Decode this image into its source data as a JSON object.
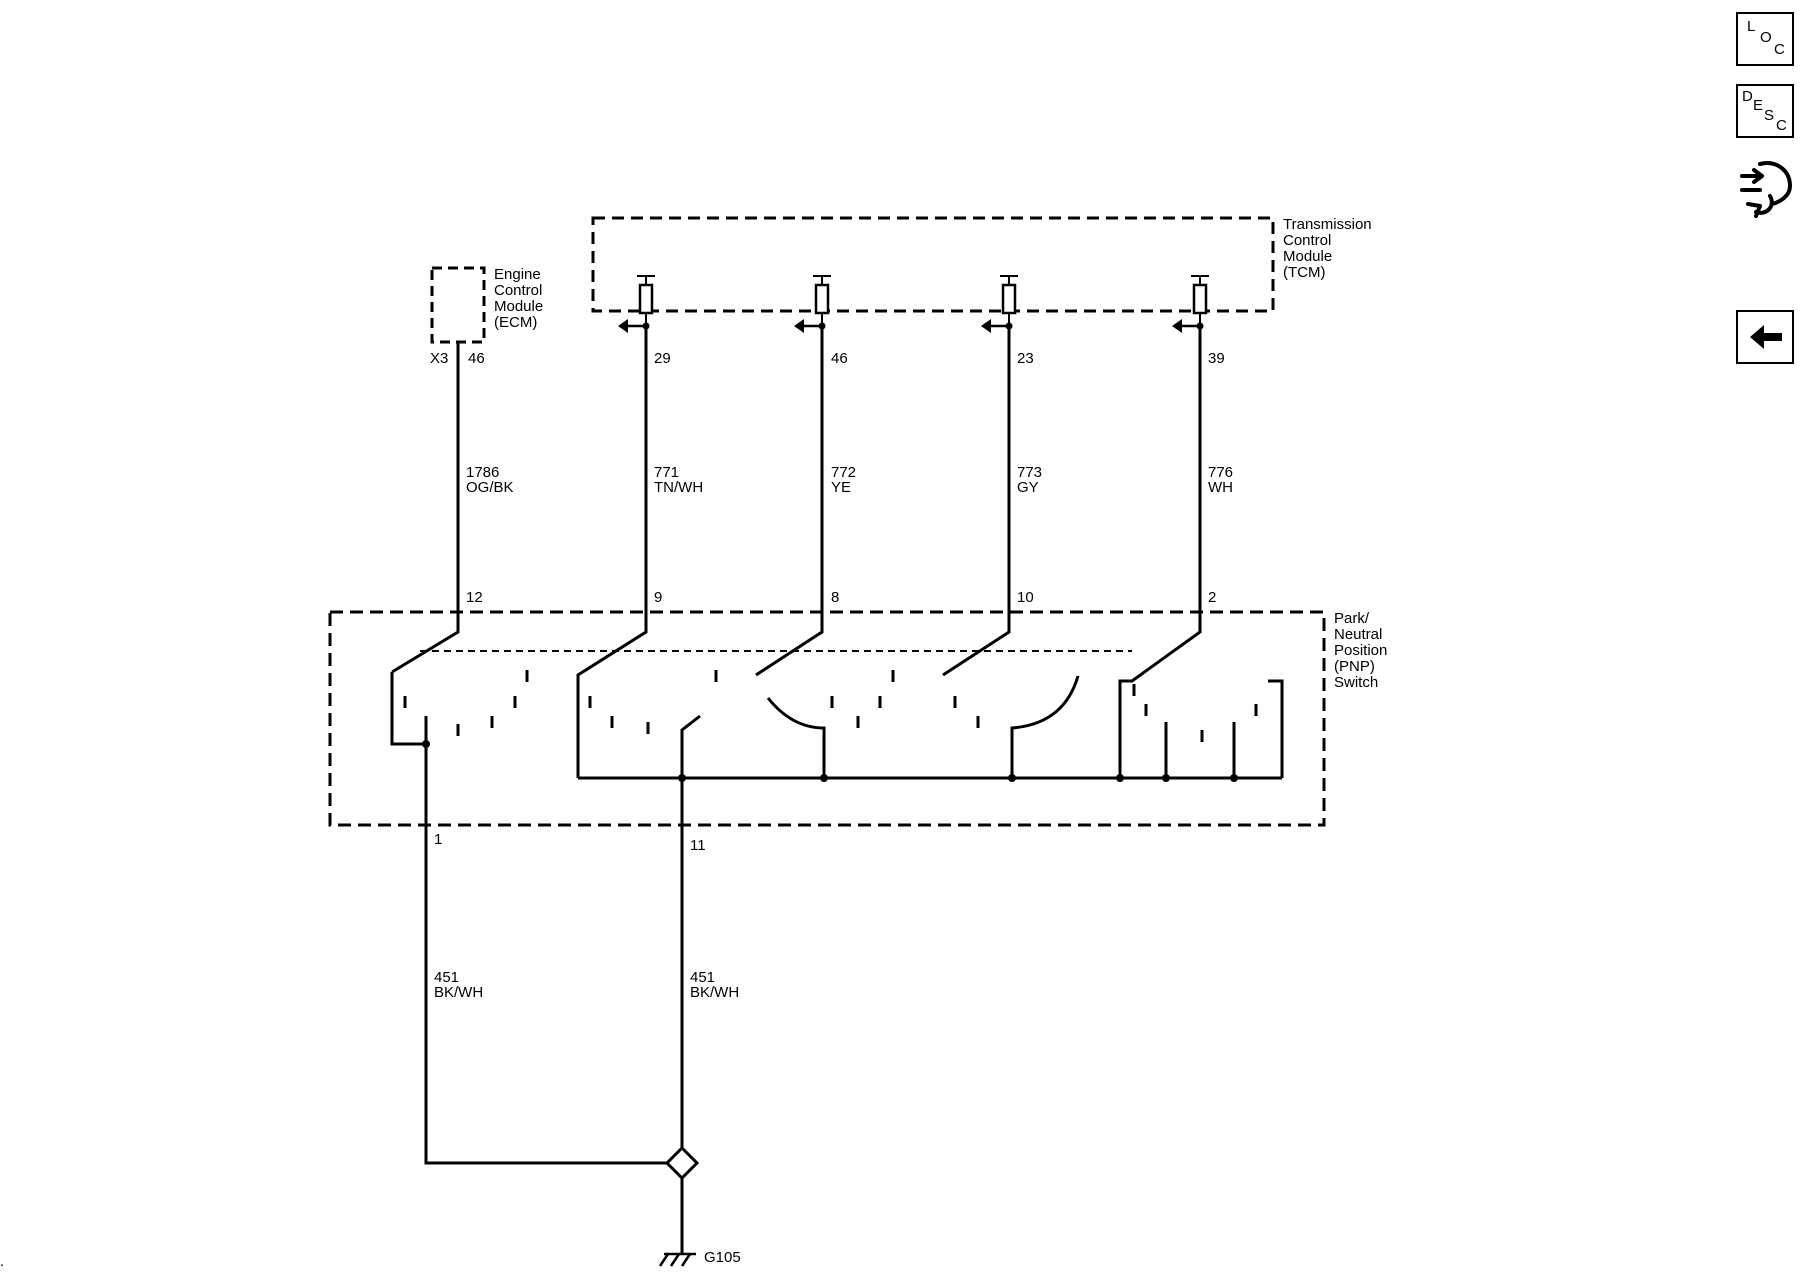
{
  "modules": {
    "ecm": {
      "line1": "Engine",
      "line2": "Control",
      "line3": "Module",
      "line4": "(ECM)",
      "connector": "X3",
      "pin": "46"
    },
    "tcm": {
      "line1": "Transmission",
      "line2": "Control",
      "line3": "Module",
      "line4": "(TCM)"
    },
    "pnp": {
      "line1": "Park/",
      "line2": "Neutral",
      "line3": "Position",
      "line4": "(PNP)",
      "line5": "Switch"
    }
  },
  "tcm_pins": [
    "29",
    "46",
    "23",
    "39"
  ],
  "circuits": [
    {
      "number": "1786",
      "color": "OG/BK"
    },
    {
      "number": "771",
      "color": "TN/WH"
    },
    {
      "number": "772",
      "color": "YE"
    },
    {
      "number": "773",
      "color": "GY"
    },
    {
      "number": "776",
      "color": "WH"
    }
  ],
  "switch_pins": [
    "12",
    "9",
    "8",
    "10",
    "2"
  ],
  "ground_circuits": [
    {
      "pin": "1",
      "number": "451",
      "color": "BK/WH"
    },
    {
      "pin": "11",
      "number": "451",
      "color": "BK/WH"
    }
  ],
  "ground_label": "G105",
  "stray_mark": ".",
  "side_buttons": {
    "loc": {
      "l1": "L",
      "l2": "O",
      "l3": "C"
    },
    "desc": {
      "l1": "D",
      "l2": "E",
      "l3": "S",
      "l4": "C"
    }
  },
  "icons": {
    "tool": "troubleshooting-tool-icon",
    "back": "back-arrow-icon"
  },
  "colors": {
    "line": "#000000",
    "background": "#ffffff"
  }
}
